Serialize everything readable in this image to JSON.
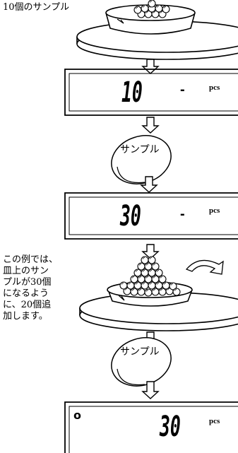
{
  "steps": {
    "sample_label": "10個のサンプル",
    "display1": {
      "value": "10",
      "sign": "-",
      "units": "pcs"
    },
    "key1_label": "サンプル",
    "display2": {
      "value": "30",
      "sign": "-",
      "units": "pcs"
    },
    "note_lines": [
      "この例では、",
      "皿上のサン",
      "プルが30個",
      "になるよう",
      "に、20個追",
      "加します。"
    ],
    "key2_label": "サンプル",
    "display3": {
      "indicator": "o",
      "value": "30",
      "units": "pcs"
    }
  },
  "icons": [
    "down-arrow-icon",
    "curved-arrow-icon",
    "oval-key-icon",
    "sample-ball-icon"
  ]
}
